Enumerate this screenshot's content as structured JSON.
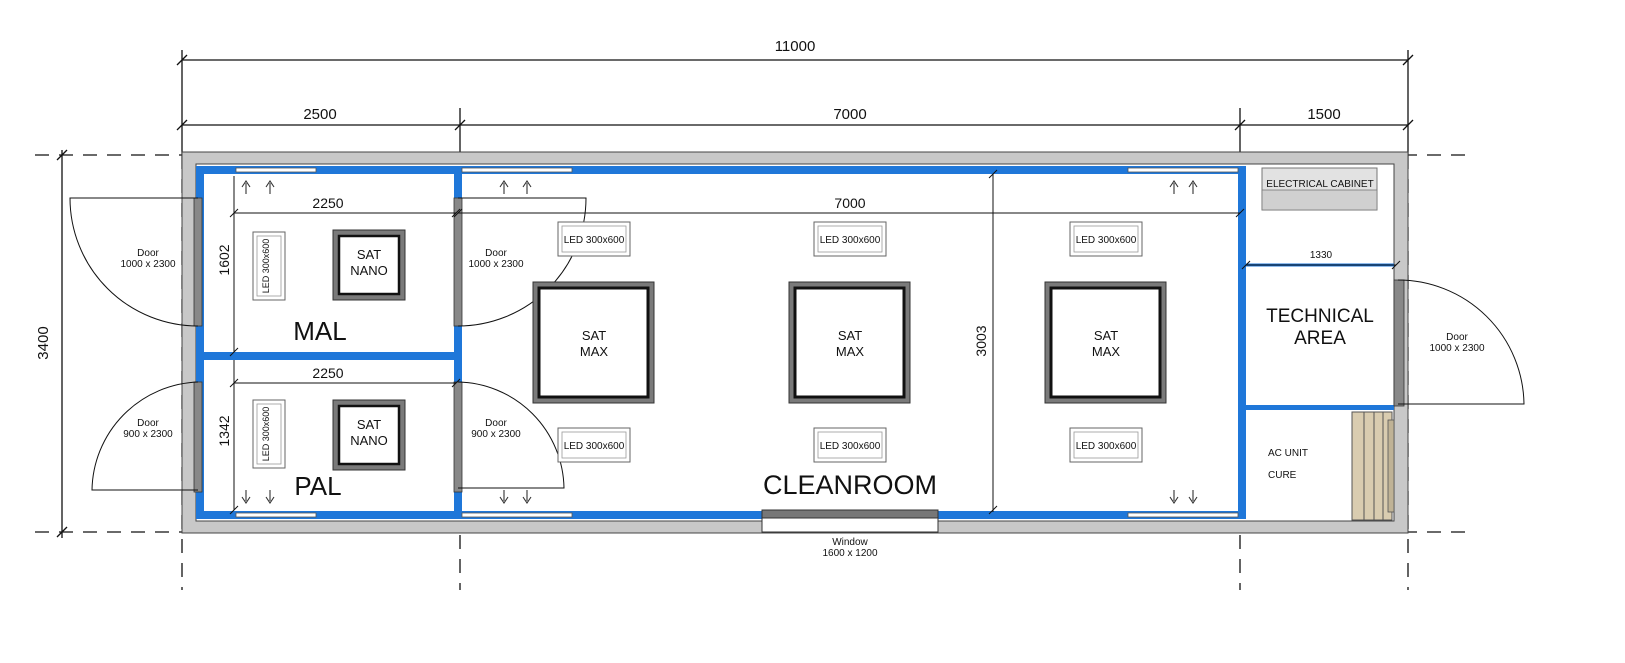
{
  "dimensions": {
    "overall": "11000",
    "seg_left": "2500",
    "seg_mid": "7000",
    "seg_right": "1500",
    "height": "3400",
    "mal_inner_width": "2250",
    "mal_inner_height": "1602",
    "pal_inner_width": "2250",
    "pal_inner_height": "1342",
    "cleanroom_inner_width": "7000",
    "cleanroom_inner_height": "3003",
    "technical_width": "1330"
  },
  "rooms": {
    "mal": "MAL",
    "pal": "PAL",
    "cleanroom": "CLEANROOM",
    "technical_line1": "TECHNICAL",
    "technical_line2": "AREA"
  },
  "equipment": {
    "sat_nano_line1": "SAT",
    "sat_nano_line2": "NANO",
    "sat_max_line1": "SAT",
    "sat_max_line2": "MAX",
    "led": "LED 300x600",
    "electrical_cabinet": "ELECTRICAL CABINET",
    "ac_unit": "AC UNIT",
    "cure": "CURE"
  },
  "doors": {
    "ext_mal": [
      "Door",
      "1000 x 2300"
    ],
    "ext_pal": [
      "Door",
      "900 x 2300"
    ],
    "mal_clean": [
      "Door",
      "1000 x 2300"
    ],
    "pal_clean": [
      "Door",
      "900 x 2300"
    ],
    "technical": [
      "Door",
      "1000 x 2300"
    ]
  },
  "window": [
    "Window",
    "1600 x 1200"
  ]
}
